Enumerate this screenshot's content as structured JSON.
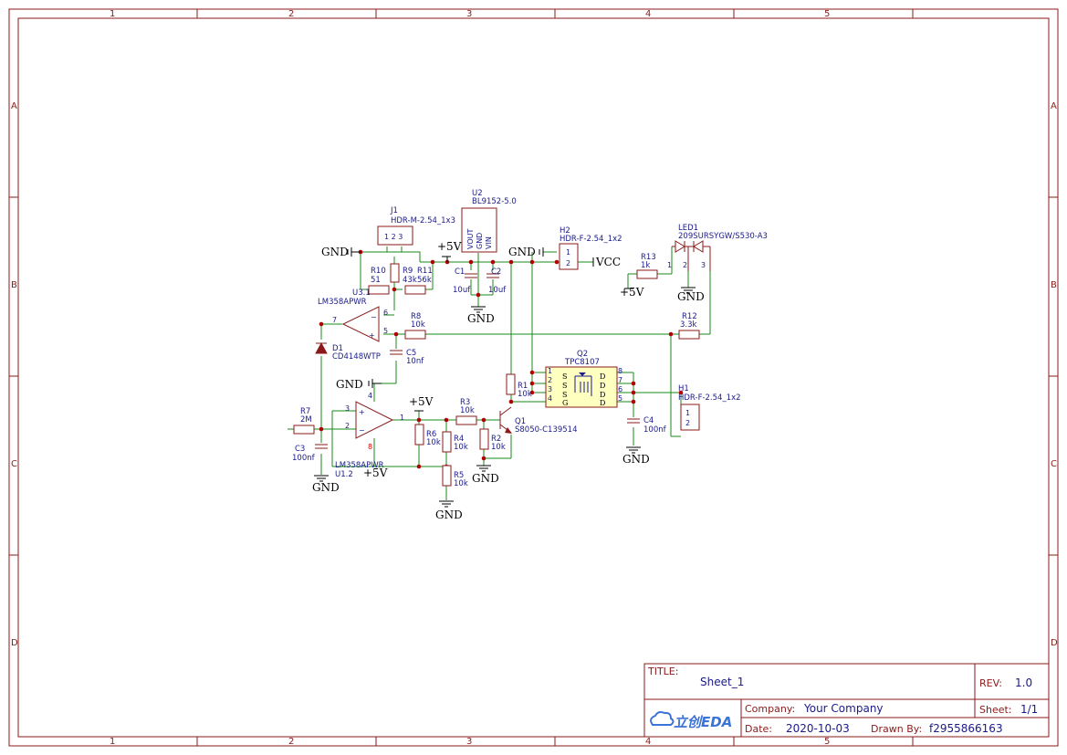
{
  "frame": {
    "columns": [
      "1",
      "2",
      "3",
      "4",
      "5"
    ],
    "rows": [
      "A",
      "B",
      "C",
      "D"
    ]
  },
  "components": {
    "j1": {
      "ref": "J1",
      "value": "HDR-M-2.54_1x3",
      "pins": "1 2 3"
    },
    "u2": {
      "ref": "U2",
      "value": "BL9152-5.0",
      "pin_vout": "VOUT",
      "pin_gnd": "GND",
      "pin_vin": "VIN"
    },
    "h2": {
      "ref": "H2",
      "value": "HDR-F-2.54_1x2"
    },
    "led1": {
      "ref": "LED1",
      "value": "209SURSYGW/S530-A3"
    },
    "r13": {
      "ref": "R13",
      "value": "1k"
    },
    "r10": {
      "ref": "R10",
      "value": "51"
    },
    "r9": {
      "ref": "R9",
      "value": "43k"
    },
    "r11": {
      "ref": "R11",
      "value": "56k"
    },
    "c1": {
      "ref": "C1",
      "value": "10uf"
    },
    "c2": {
      "ref": "C2",
      "value": "10uf"
    },
    "u31": {
      "ref": "U3.1",
      "value": "LM358APWR"
    },
    "r8": {
      "ref": "R8",
      "value": "10k"
    },
    "r12": {
      "ref": "R12",
      "value": "3.3k"
    },
    "d1": {
      "ref": "D1",
      "value": "CD4148WTP"
    },
    "c5": {
      "ref": "C5",
      "value": "10nf"
    },
    "q2": {
      "ref": "Q2",
      "value": "TPC8107"
    },
    "r1": {
      "ref": "R1",
      "value": "10k"
    },
    "h1": {
      "ref": "H1",
      "value": "HDR-F-2.54_1x2"
    },
    "c4": {
      "ref": "C4",
      "value": "100nf"
    },
    "r7": {
      "ref": "R7",
      "value": "2M"
    },
    "c3": {
      "ref": "C3",
      "value": "100nf"
    },
    "u12": {
      "ref": "U1.2",
      "value": "LM358APWR"
    },
    "r3": {
      "ref": "R3",
      "value": "10k"
    },
    "r6": {
      "ref": "R6",
      "value": "10k"
    },
    "r4": {
      "ref": "R4",
      "value": "10k"
    },
    "r2": {
      "ref": "R2",
      "value": "10k"
    },
    "r5": {
      "ref": "R5",
      "value": "10k"
    },
    "q1": {
      "ref": "Q1",
      "value": "S8050-C139514"
    }
  },
  "nets": {
    "gnd": "GND",
    "p5v": "+5V",
    "vcc": "VCC"
  },
  "title_block": {
    "title_label": "TITLE:",
    "title": "Sheet_1",
    "rev_label": "REV:",
    "rev": "1.0",
    "company_label": "Company:",
    "company": "Your Company",
    "sheet_label": "Sheet:",
    "sheet": "1/1",
    "date_label": "Date:",
    "date": "2020-10-03",
    "drawn_label": "Drawn By:",
    "drawn": "f2955866163",
    "logo": "立创EDA"
  }
}
